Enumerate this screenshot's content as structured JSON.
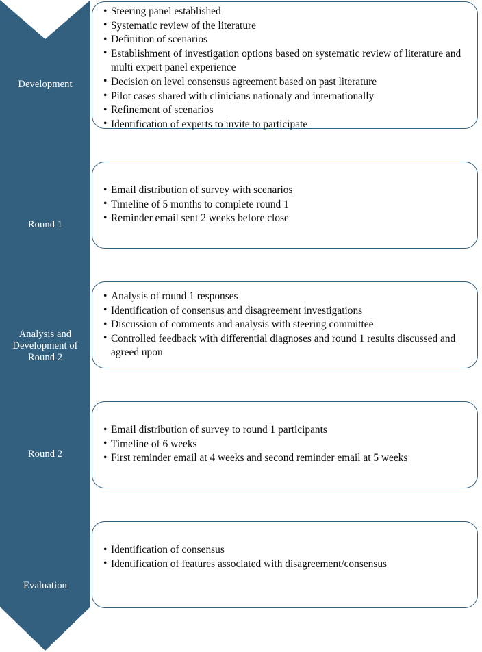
{
  "diagram": {
    "title": "Delphi study process flow diagram",
    "colors": {
      "accent": "#33607F",
      "arrow_fill": "#33607F",
      "box_border": "#33607F",
      "box_background": "#FFFFFF",
      "label_text": "#FFFFFF",
      "body_text": "#0D0D0D"
    },
    "bullet_glyph": "•",
    "stages": [
      {
        "id": "development",
        "label": "Development",
        "label_lines": [
          "Development"
        ],
        "items": [
          "Steering panel established",
          "Systematic review of the literature",
          "Definition of scenarios",
          "Establishment of investigation options based on systematic review of literature and multi expert panel experience",
          "Decision on level consensus agreement based on past literature",
          "Pilot cases shared with clinicians nationaly and internationally",
          "Refinement of scenarios",
          "Identification of experts to invite to participate"
        ]
      },
      {
        "id": "round-1",
        "label": "Round 1",
        "label_lines": [
          "Round 1"
        ],
        "items": [
          "Email distribution of survey with scenarios",
          "Timeline of 5 months to complete round 1",
          "Reminder email sent 2 weeks before close"
        ]
      },
      {
        "id": "analysis-and-development-of-round-2",
        "label": "Analysis and Development of Round 2",
        "label_lines": [
          "Analysis and",
          "Development of",
          "Round 2"
        ],
        "items": [
          "Analysis of round 1 responses",
          "Identification of consensus and disagreement investigations",
          "Discussion of comments and analysis with steering committee",
          "Controlled feedback with differential diagnoses and round 1 results discussed and agreed upon"
        ]
      },
      {
        "id": "round-2",
        "label": "Round 2",
        "label_lines": [
          "Round 2"
        ],
        "items": [
          "Email distribution of survey to round 1 participants",
          "Timeline of 6 weeks",
          "First reminder email at 4 weeks and second reminder email at 5 weeks"
        ]
      },
      {
        "id": "evaluation",
        "label": "Evaluation",
        "label_lines": [
          "Evaluation"
        ],
        "items": [
          "Identification of consensus",
          "Identification of features associated with disagreement/consensus"
        ]
      }
    ]
  }
}
